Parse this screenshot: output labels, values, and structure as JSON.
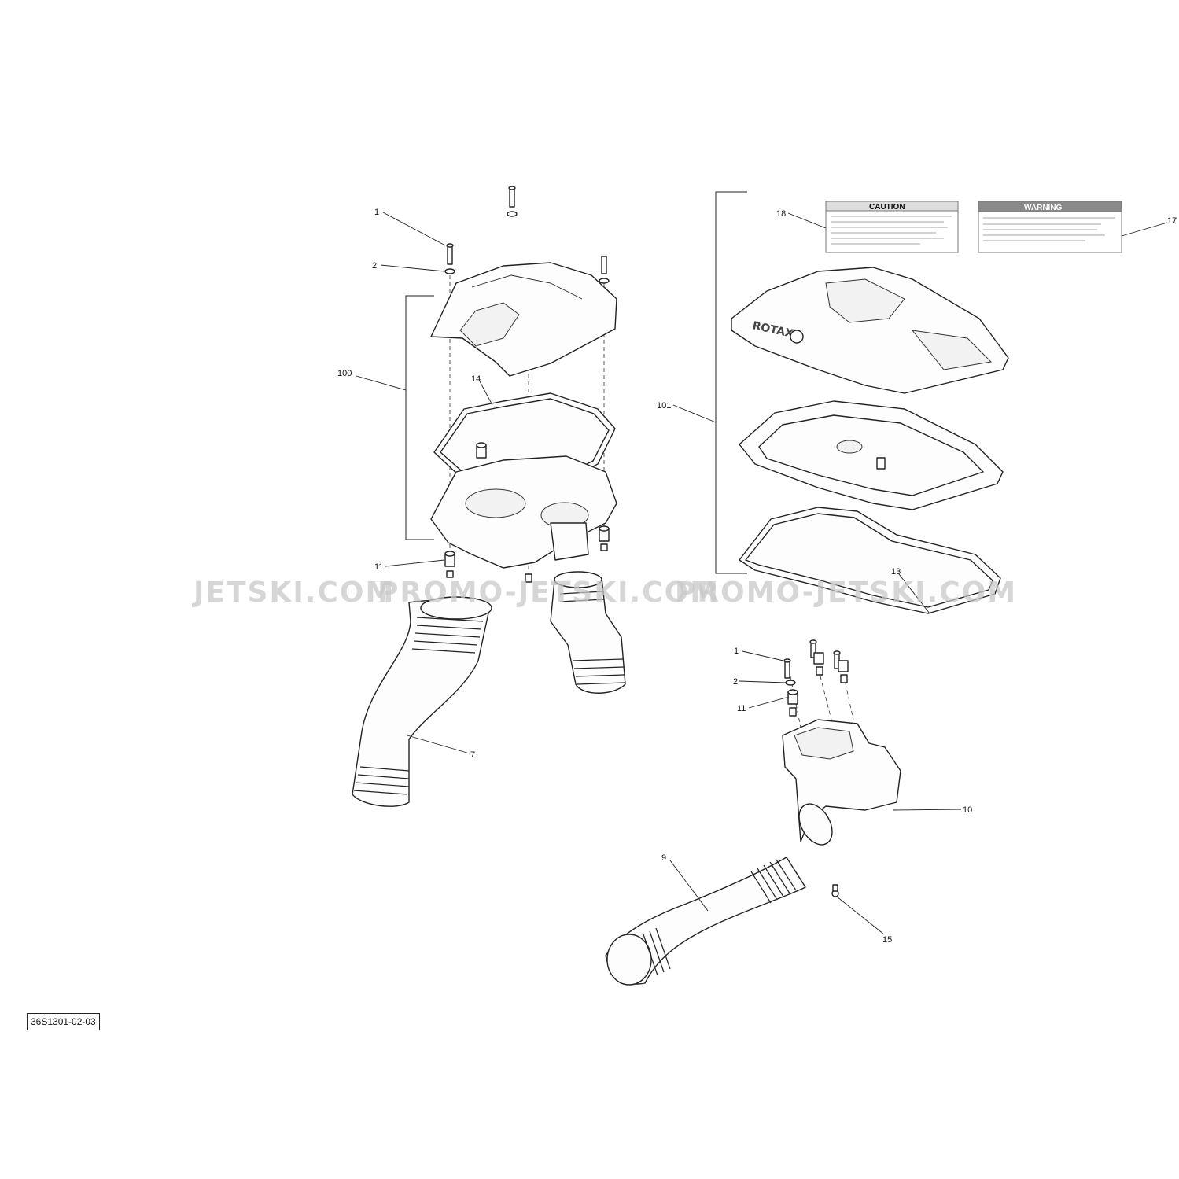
{
  "diagram": {
    "reference_code": "36S1301-02-03",
    "callouts": {
      "c1_top": "1",
      "c2_top": "2",
      "c100": "100",
      "c14": "14",
      "c11_top": "11",
      "c7": "7",
      "c18": "18",
      "c17": "17",
      "c101": "101",
      "c13": "13",
      "c1_bottom": "1",
      "c2_bottom": "2",
      "c11_bottom": "11",
      "c10": "10",
      "c9": "9",
      "c15": "15"
    },
    "labels": {
      "caution_title": "CAUTION",
      "warning_title": "WARNING",
      "logo_text": "ROTAX"
    },
    "watermark": {
      "segments": [
        "JETSKI.COM",
        "PROMO-JETSKI.COM",
        "PROMO-JETSKI.COM"
      ]
    }
  }
}
